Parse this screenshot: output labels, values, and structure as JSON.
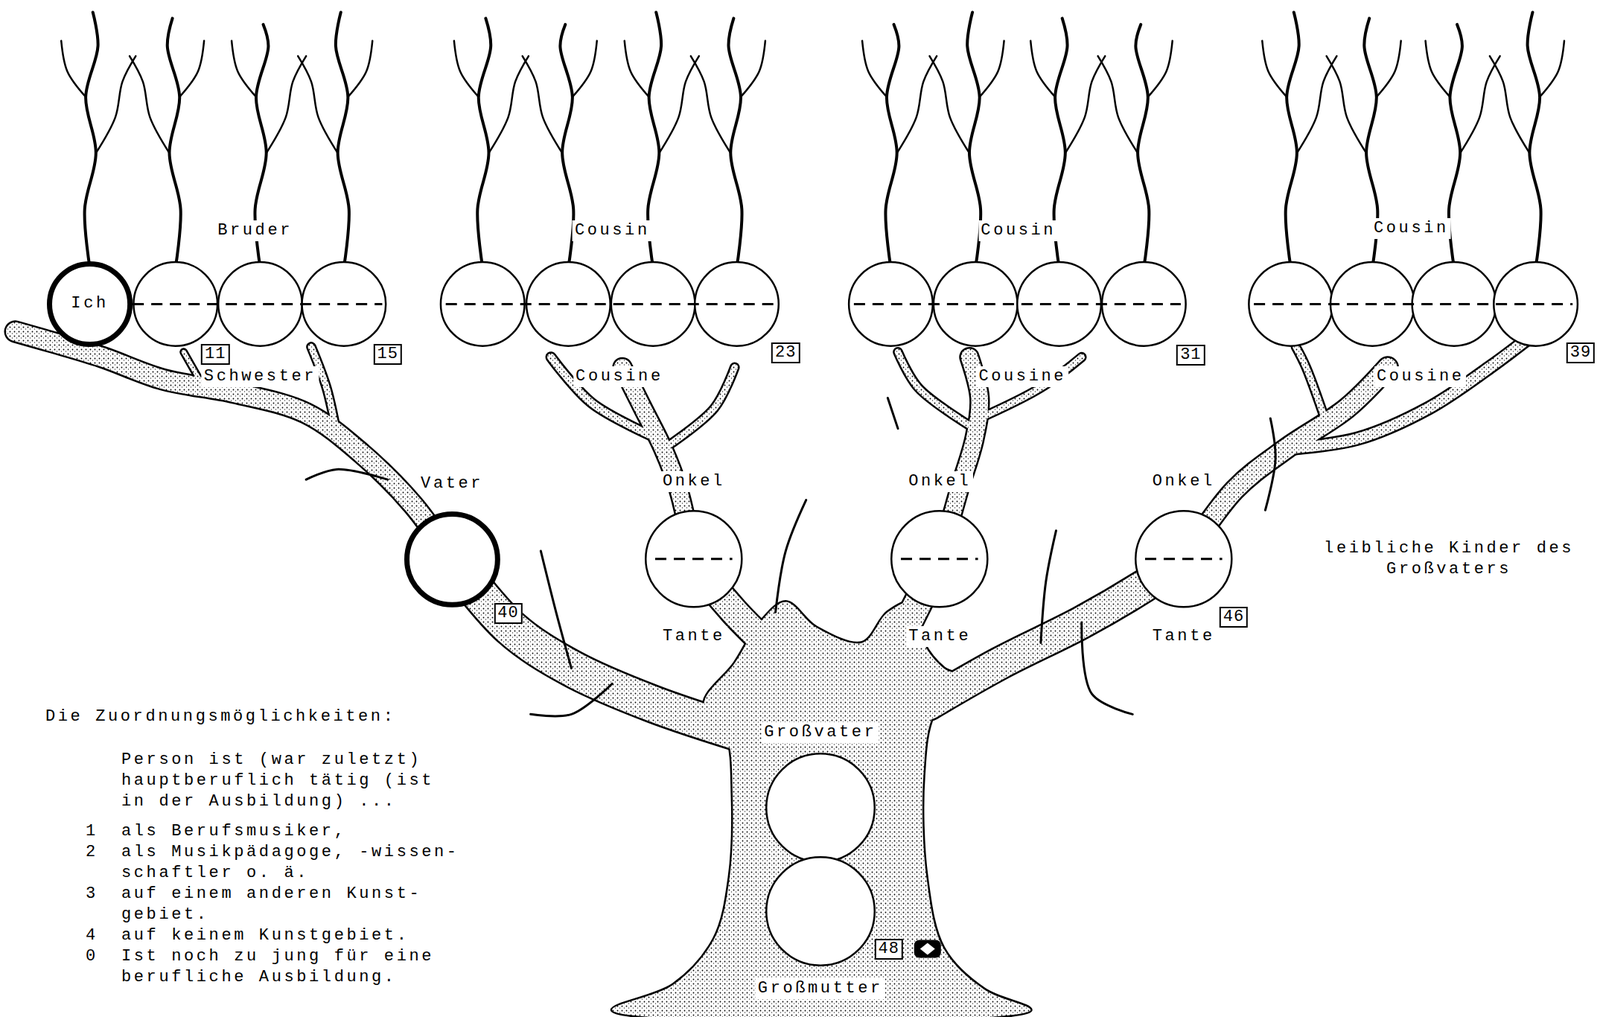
{
  "diagram": {
    "nodes": [
      {
        "text": [
          "Ich"
        ]
      },
      {
        "text": [
          "Vater"
        ]
      },
      {
        "text": [
          "Onkel",
          "Tante"
        ]
      },
      {
        "text": [
          "Onkel",
          "Tante"
        ]
      },
      {
        "text": [
          "Onkel",
          "Tante"
        ]
      },
      {
        "text": [
          "Großvater"
        ]
      },
      {
        "text": [
          "Großmutter"
        ]
      }
    ],
    "labels": [
      "Bruder",
      "Schwester",
      "11",
      "15",
      "Cousin",
      "Cousine",
      "23",
      "Cousin",
      "Cousine",
      "31",
      "Cousin",
      "Cousine",
      "39",
      "40",
      "46",
      "leibliche Kinder des Großvaters",
      "48",
      "Die Zuordnungsmöglichkeiten:",
      "Person ist (war zuletzt) hauptberuflich tätig (ist in der Ausbildung) ...",
      "1",
      "als Berufsmusiker,",
      "2",
      "als Musikpädagoge, -wissen- schaftler o. ä.",
      "3",
      "auf einem anderen Kunst- gebiet.",
      "4",
      "auf keinem Kunstgebiet.",
      "0",
      "Ist noch zu jung für eine berufliche Ausbildung."
    ]
  }
}
